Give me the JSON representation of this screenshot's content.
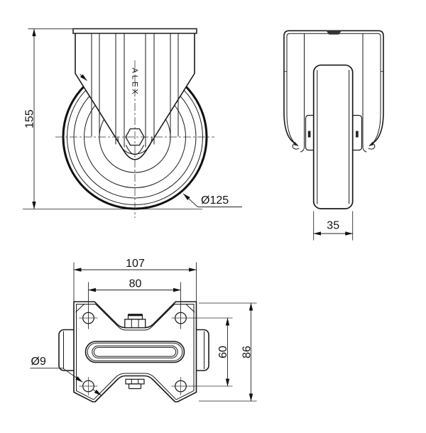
{
  "drawing": {
    "brand": "ALEX",
    "type": "fixed-caster-three-view-technical-drawing",
    "dimensions": {
      "overall_height": "155",
      "wheel_diameter": "Ø125",
      "wheel_width": "35",
      "plate_length": "107",
      "bolt_spacing_length": "80",
      "bolt_spacing_width": "60",
      "plate_width": "86",
      "bolt_hole_diameter": "Ø9"
    }
  }
}
